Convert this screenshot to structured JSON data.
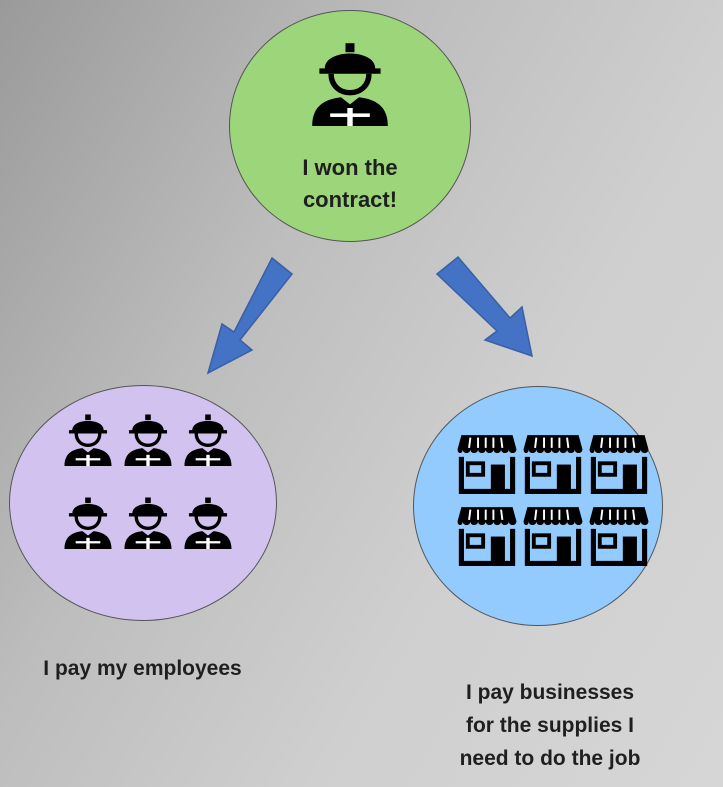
{
  "nodes": {
    "contractor": {
      "label": "I won the\ncontract!",
      "icon": "construction-worker-icon",
      "fill": "#9dd67a"
    },
    "employees": {
      "label": "I pay my employees",
      "icon": "construction-worker-icon",
      "icon_count": 6,
      "fill": "#d2c2ef"
    },
    "businesses": {
      "label": "I pay businesses\nfor the supplies I\nneed to do the job",
      "icon": "storefront-icon",
      "icon_count": 6,
      "fill": "#93cbff"
    }
  },
  "colors": {
    "arrow": "#4472c4",
    "background": "#c8c8c8"
  }
}
